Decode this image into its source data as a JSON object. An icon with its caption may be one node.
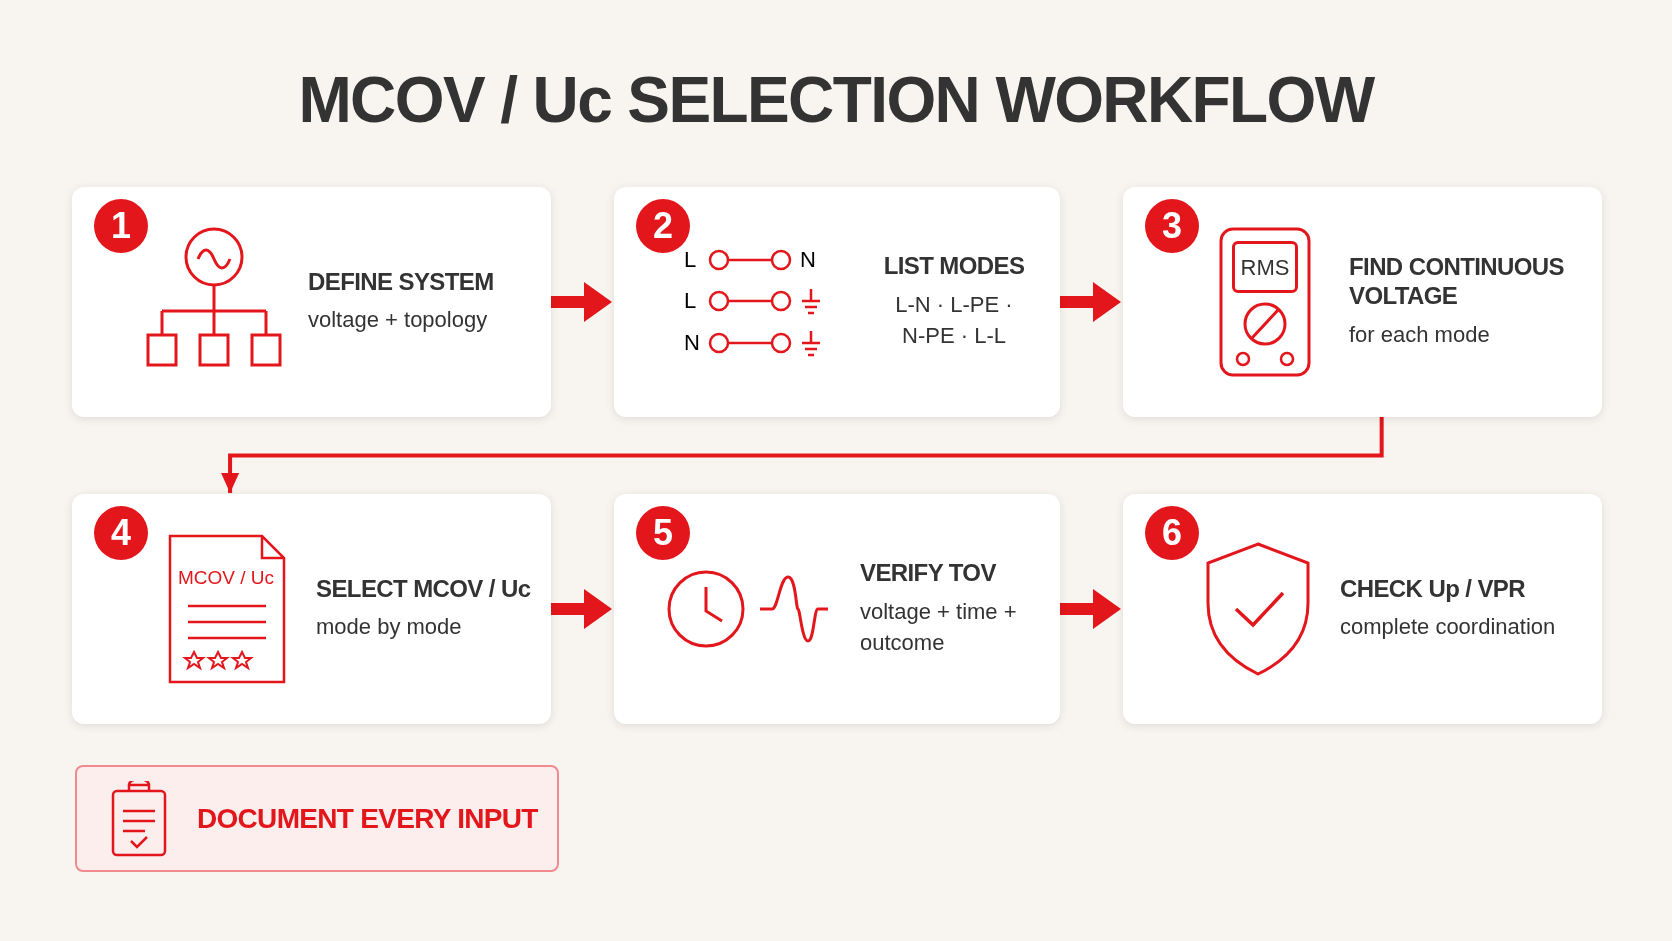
{
  "diagram": {
    "title": "MCOV / Uc SELECTION WORKFLOW",
    "nodes": [
      {
        "text": [
          "1",
          "DEFINE SYSTEM",
          "voltage + topology"
        ]
      },
      {
        "text": [
          "2",
          "LIST MODES",
          "L-N · L-PE · N-PE · L-L"
        ]
      },
      {
        "text": [
          "3",
          "FIND CONTINUOUS VOLTAGE",
          "for each mode"
        ]
      },
      {
        "text": [
          "4",
          "SELECT MCOV / Uc",
          "mode by mode"
        ]
      },
      {
        "text": [
          "5",
          "VERIFY TOV",
          "voltage + time + outcome"
        ]
      },
      {
        "text": [
          "6",
          "CHECK Up / VPR",
          "complete coordination"
        ]
      },
      {
        "text": [
          "DOCUMENT EVERY INPUT"
        ]
      }
    ],
    "edges": [
      {
        "from": 0,
        "to": 1,
        "arrow": "to",
        "style": "thick"
      },
      {
        "from": 1,
        "to": 2,
        "arrow": "to",
        "style": "thick"
      },
      {
        "from": 2,
        "to": 3,
        "arrow": "to"
      },
      {
        "from": 3,
        "to": 4,
        "arrow": "to",
        "style": "thick"
      },
      {
        "from": 4,
        "to": 5,
        "arrow": "to",
        "style": "thick"
      }
    ],
    "labels": [
      "L",
      "N",
      "L",
      "N",
      "RMS",
      "MCOV / Uc"
    ]
  }
}
